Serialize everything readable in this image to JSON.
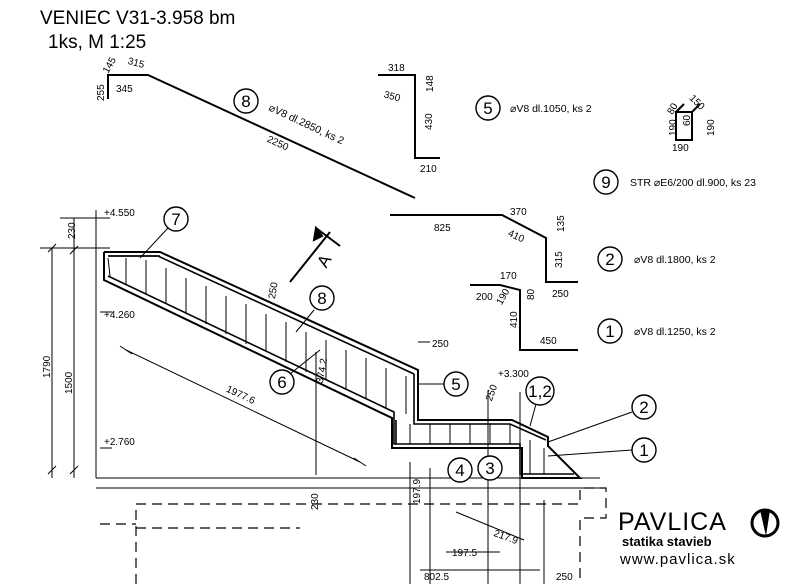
{
  "title": {
    "line1": "VENIEC   V31-3.958 bm",
    "line2": "1ks, M 1:25"
  },
  "bars": [
    {
      "label": "8",
      "spec": "⌀V8 dl.2850, ks 2",
      "dims": [
        "255",
        "145",
        "315",
        "345",
        "2250"
      ]
    },
    {
      "label": "5",
      "spec": "⌀V8 dl.1050, ks 2",
      "dims": [
        "318",
        "350",
        "148",
        "430",
        "210"
      ]
    },
    {
      "label": "9",
      "spec": "STR ⌀E6/200 dl.900, ks 23",
      "dims": [
        "80",
        "150",
        "60",
        "190",
        "190",
        "190"
      ]
    },
    {
      "label": "2",
      "spec": "⌀V8 dl.1800, ks 2",
      "dims": [
        "825",
        "370",
        "410",
        "135",
        "315",
        "250"
      ]
    },
    {
      "label": "1",
      "spec": "⌀V8 dl.1250, ks 2",
      "dims": [
        "170",
        "200",
        "190",
        "80",
        "410",
        "450"
      ]
    }
  ],
  "section": {
    "levels": [
      "+4.550",
      "+4.260",
      "+2.760",
      "+3.300"
    ],
    "dims": [
      "230",
      "1790",
      "1500",
      "250",
      "250",
      "374.2",
      "1977.6",
      "250",
      "230",
      "197.9",
      "197.5",
      "217.9",
      "802.5",
      "250"
    ],
    "marks": [
      "7",
      "8",
      "6",
      "5",
      "1,2",
      "2",
      "1",
      "4",
      "3"
    ],
    "section_label": "A"
  },
  "brand": {
    "name": "PAVLICA",
    "tagline": "statika stavieb",
    "website": "www.pavlica.sk"
  }
}
